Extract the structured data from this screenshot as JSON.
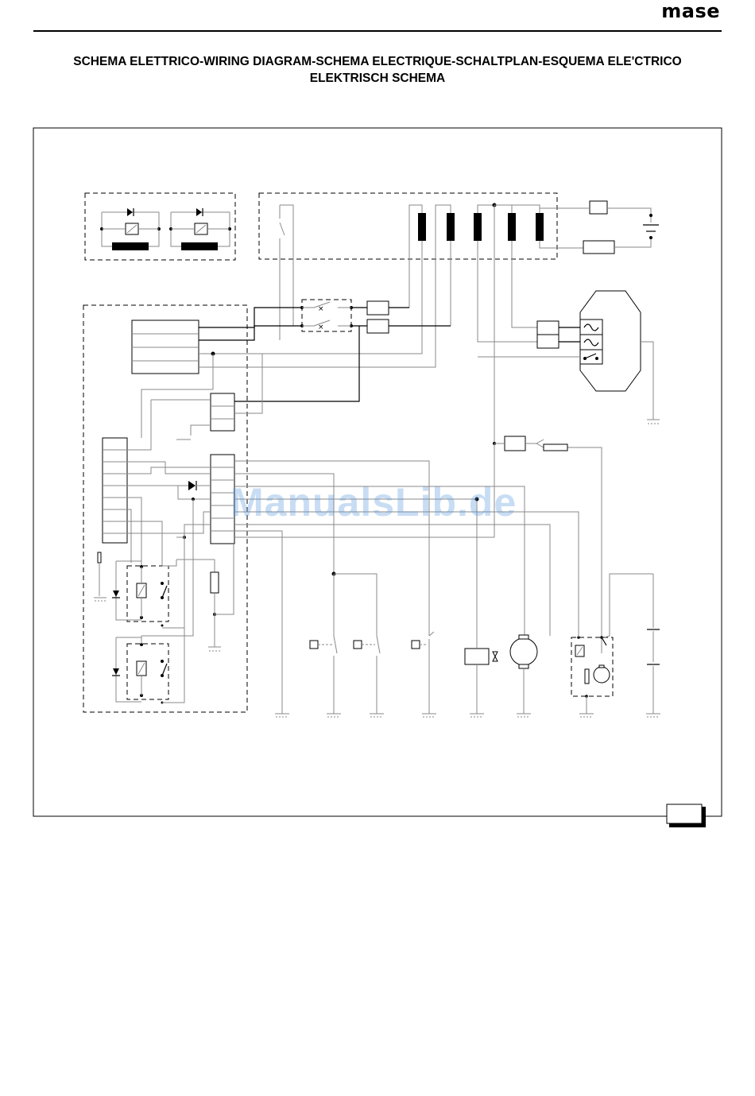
{
  "header": {
    "brand": "mase",
    "title_line1": "SCHEMA ELETTRICO-WIRING DIAGRAM-SCHEMA ELECTRIQUE-SCHALTPLAN-ESQUEMA ELE'CTRICO",
    "title_line2": "ELEKTRISCH SCHEMA"
  },
  "watermark": "ManualsLib.de",
  "colors": {
    "line": "#000000",
    "wire": "#888888",
    "watermark": "#5b9be0"
  },
  "icons": [
    "diode-icon",
    "relay-coil-icon",
    "switch-icon",
    "ground-icon",
    "motor-icon",
    "battery-icon",
    "ac-source-icon",
    "resistor-icon",
    "fuse-icon",
    "valve-icon"
  ]
}
